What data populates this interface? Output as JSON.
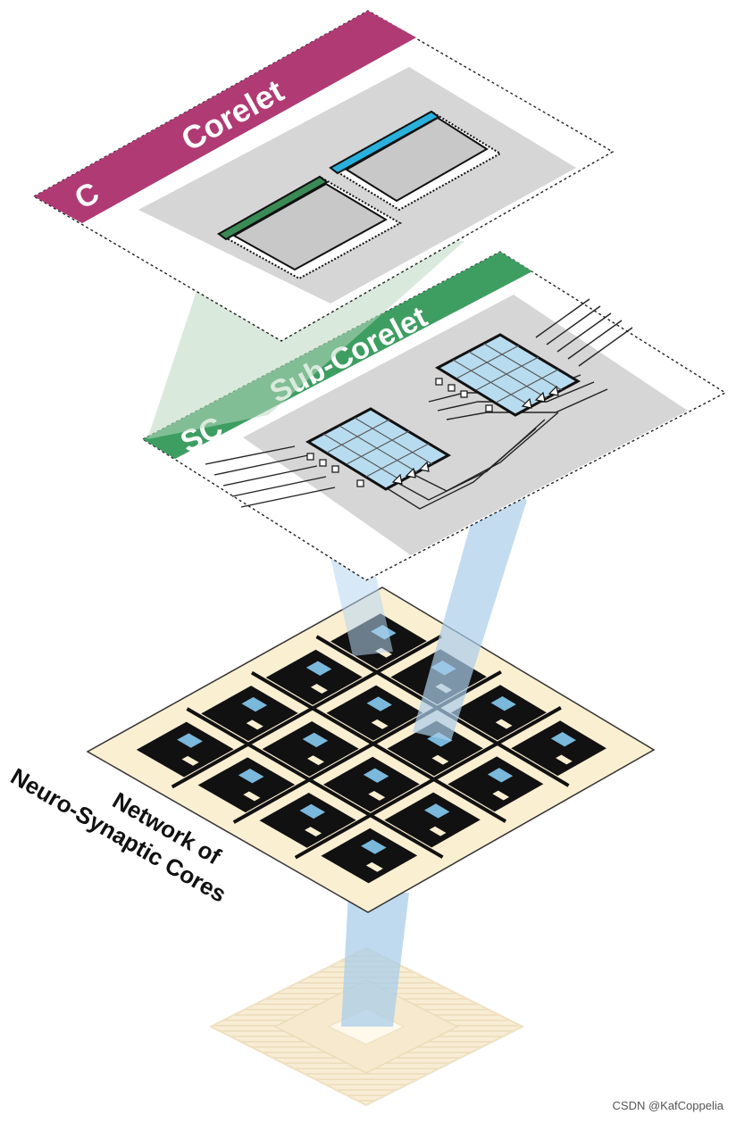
{
  "corelet": {
    "abbr": "C",
    "title": "Corelet"
  },
  "subcorelet": {
    "abbr": "SC",
    "title": "Sub-Corelet"
  },
  "network": {
    "line1": "Network of",
    "line2": "Neuro-Synaptic Cores"
  },
  "watermark": "CSDN @KafCoppelia",
  "colors": {
    "corelet_band": "#b03a74",
    "subcorelet_band": "#3e9e62",
    "sub_bar_green": "#3a8a55",
    "sub_bar_blue": "#2ab0dc",
    "panel_gray": "#d6d6d6",
    "inner_gray": "#c8c8c8",
    "grid_blue": "#b8dcef",
    "chip_bg": "#fbefd2",
    "beam_blue": "#a9cdea",
    "beam_green": "#b9d9bf",
    "core_black": "#111111"
  },
  "icons": [
    "core-grid-icon",
    "chip-package-icon"
  ]
}
